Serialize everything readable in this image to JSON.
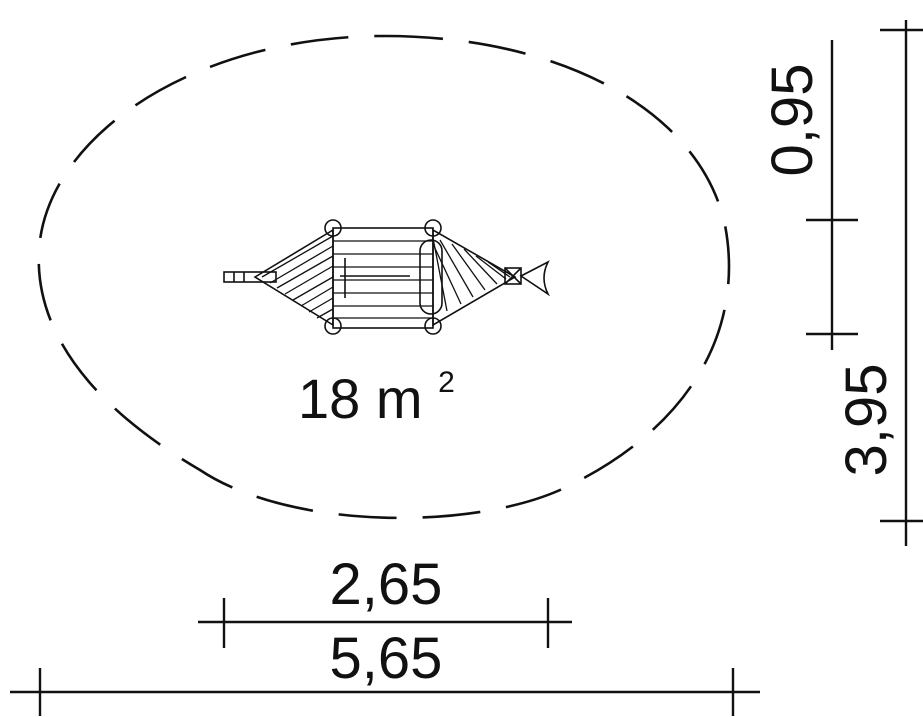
{
  "diagram": {
    "area_label": {
      "value": "18 m",
      "superscript": "2"
    },
    "dimensions": {
      "inner_width": "2,65",
      "outer_width": "5,65",
      "inner_height": "0,95",
      "outer_height": "3,95"
    },
    "colors": {
      "ink": "#111111",
      "background": "#ffffff"
    }
  }
}
